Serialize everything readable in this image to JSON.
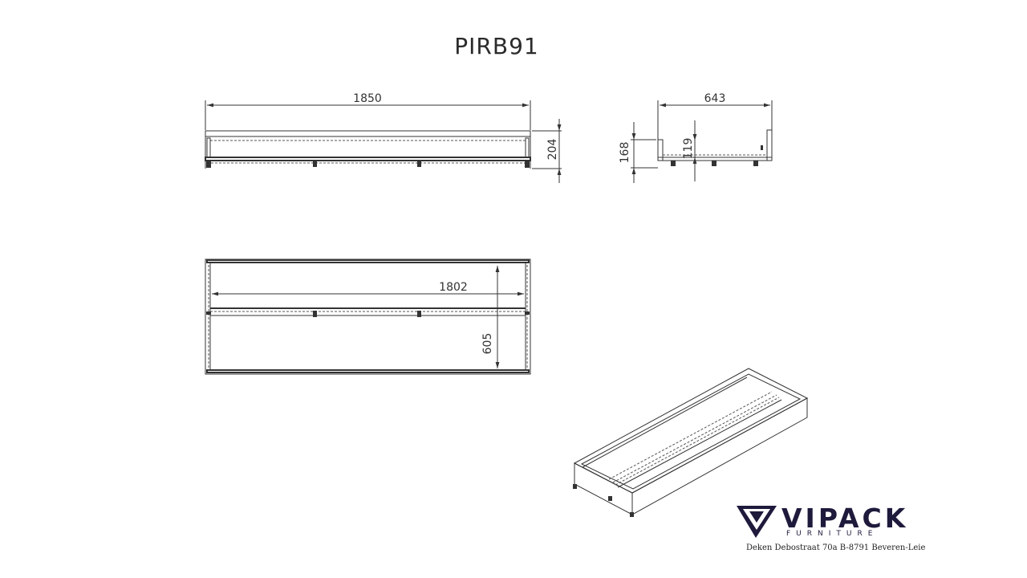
{
  "title": "PIRB91",
  "front_view": {
    "width_dim": "1850",
    "height_dim": "204"
  },
  "side_view": {
    "width_dim": "643",
    "outer_height_dim": "168",
    "inner_height_dim": "119"
  },
  "top_view": {
    "inner_length_dim": "1802",
    "inner_depth_dim": "605"
  },
  "brand": {
    "name": "VIPACK",
    "tagline": "FURNITURE",
    "address": "Deken Debostraat 70a B-8791 Beveren-Leie",
    "color": "#1e1a3c"
  }
}
